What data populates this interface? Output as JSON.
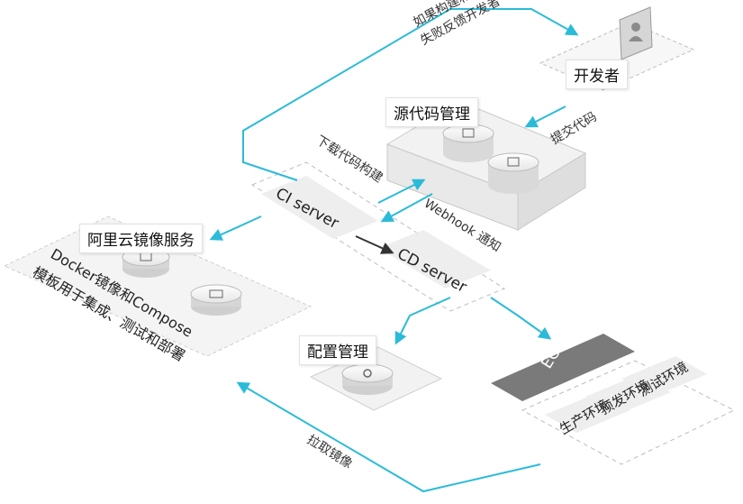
{
  "nodes": {
    "developer": "开发者",
    "source_repo": "源代码管理",
    "ci_server": "CI server",
    "cd_server": "CD server",
    "aliyun_registry": "阿里云镜像服务",
    "config_mgmt": "配置管理",
    "ecs": "ECS",
    "env_test": "测试环境",
    "env_staging": "预发环境",
    "env_prod": "生产环境",
    "registry_desc_line1": "Docker镜像和Compose",
    "registry_desc_line2": "模板用于集成、测试和部署"
  },
  "edges": {
    "feedback_line1": "如果构建和UT",
    "feedback_line2": "失败反馈开发者",
    "commit_code": "提交代码",
    "download_build": "下载代码构建",
    "webhook": "Webhook 通知",
    "pull_image": "拉取镜像"
  },
  "colors": {
    "arrow": "#2bbbd8",
    "ecs_header": "#7a7a7a",
    "box_border": "#c9c9c9"
  }
}
